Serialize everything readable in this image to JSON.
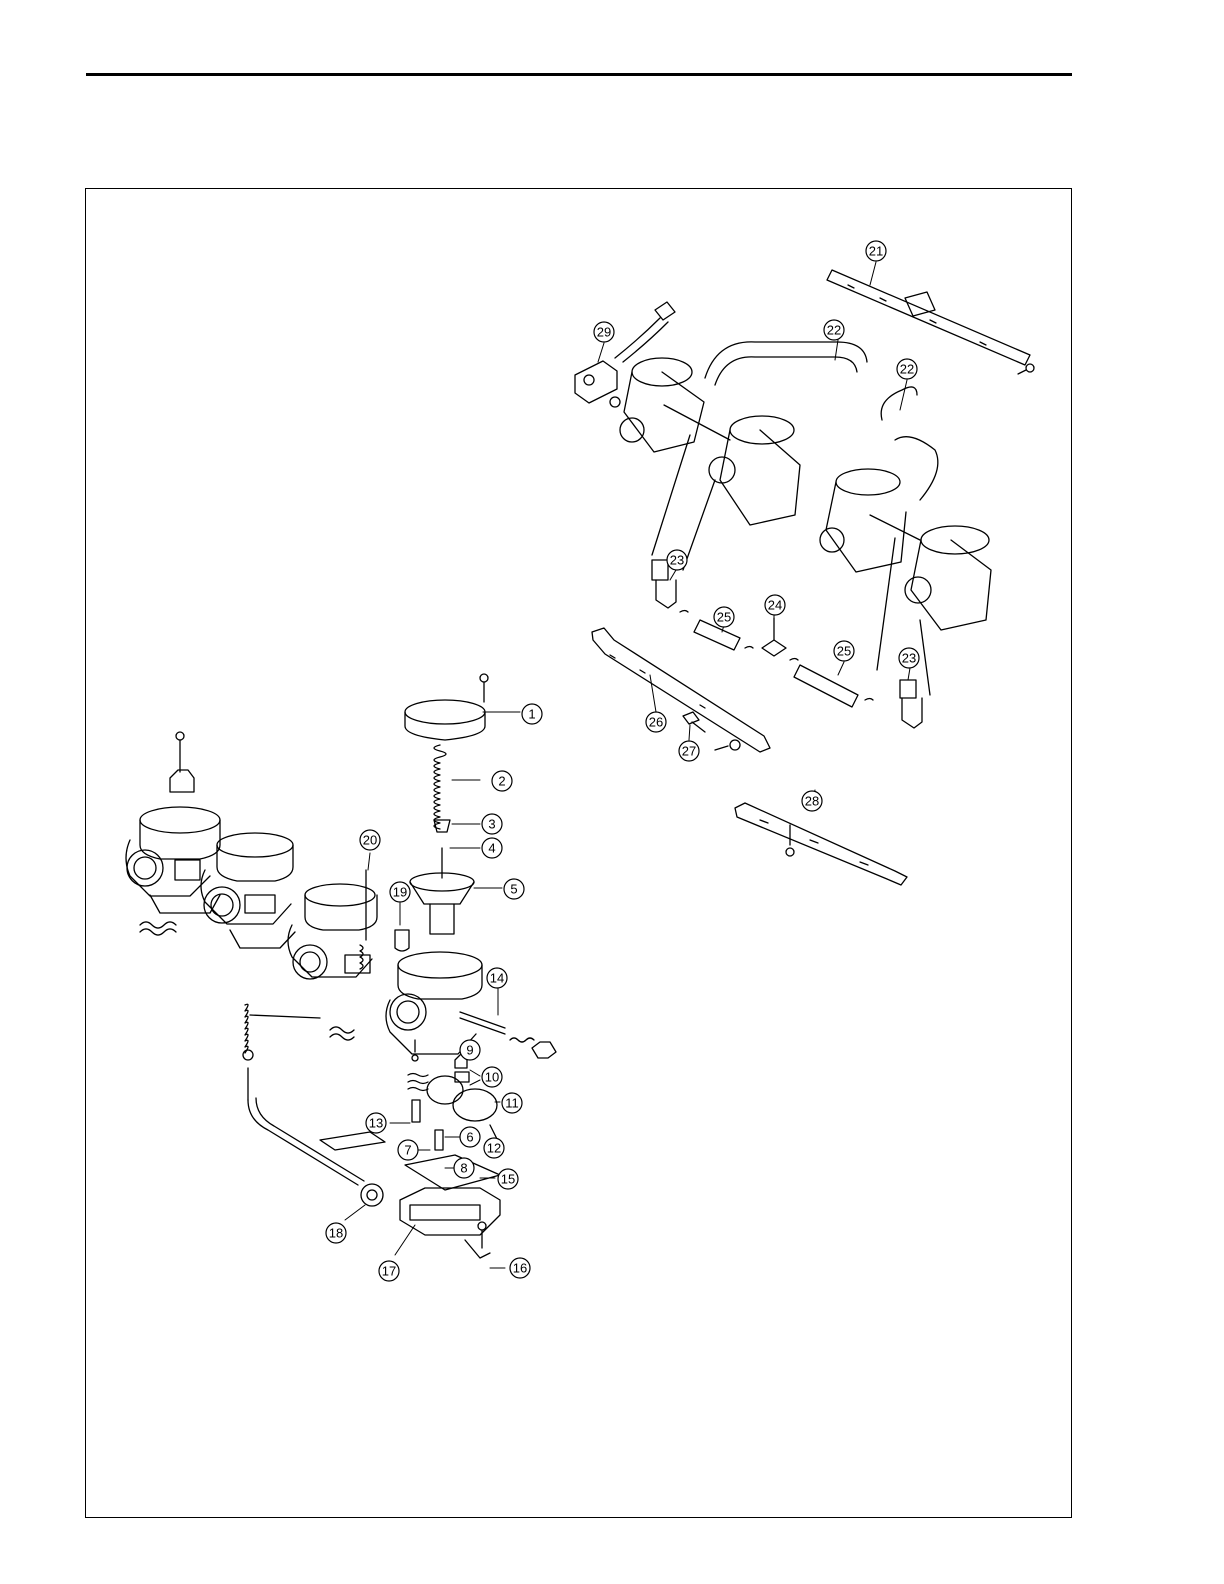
{
  "callouts": [
    {
      "label": "1"
    },
    {
      "label": "2"
    },
    {
      "label": "3"
    },
    {
      "label": "4"
    },
    {
      "label": "5"
    },
    {
      "label": "6"
    },
    {
      "label": "7"
    },
    {
      "label": "8"
    },
    {
      "label": "9"
    },
    {
      "label": "10"
    },
    {
      "label": "11"
    },
    {
      "label": "12"
    },
    {
      "label": "13"
    },
    {
      "label": "14"
    },
    {
      "label": "15"
    },
    {
      "label": "16"
    },
    {
      "label": "17"
    },
    {
      "label": "18"
    },
    {
      "label": "19"
    },
    {
      "label": "20"
    },
    {
      "label": "21"
    },
    {
      "label": "22"
    },
    {
      "label": "22"
    },
    {
      "label": "23"
    },
    {
      "label": "23"
    },
    {
      "label": "24"
    },
    {
      "label": "25"
    },
    {
      "label": "25"
    },
    {
      "label": "26"
    },
    {
      "label": "27"
    },
    {
      "label": "28"
    },
    {
      "label": "29"
    }
  ]
}
